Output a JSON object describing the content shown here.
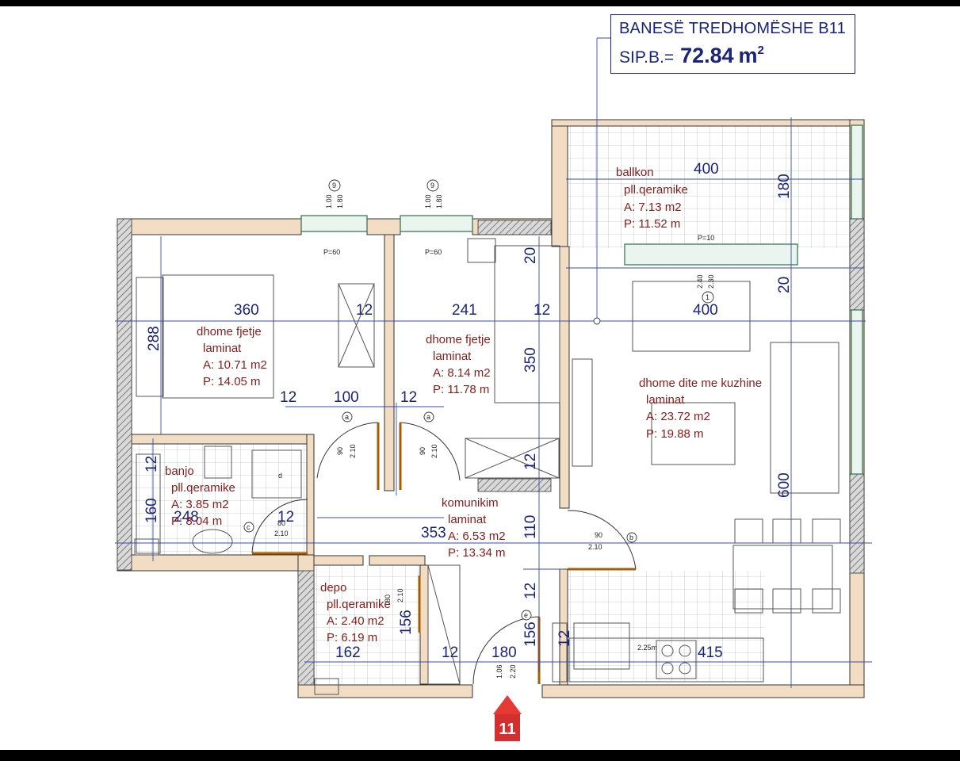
{
  "title": {
    "name": "BANESË TREDHOMËSHE B11",
    "area_label": "SIP.B.=",
    "area_value": "72.84",
    "area_unit": "m",
    "area_unit_sup": "2"
  },
  "entrance_number": "11",
  "colors": {
    "dimension": "#1a237e",
    "room_text": "#8b1a1a",
    "entrance": "#e53935"
  },
  "rooms": {
    "bedroom1": {
      "name": "dhome fjetje",
      "floor": "laminat",
      "area": "A: 10.71 m2",
      "perimeter": "P: 14.05 m"
    },
    "bedroom2": {
      "name": "dhome fjetje",
      "floor": "laminat",
      "area": "A: 8.14 m2",
      "perimeter": "P: 11.78 m"
    },
    "balcony": {
      "name": "ballkon",
      "floor": "pll.qeramike",
      "area": "A: 7.13 m2",
      "perimeter": "P: 11.52 m"
    },
    "living": {
      "name": "dhome dite me kuzhine",
      "floor": "laminat",
      "area": "A: 23.72 m2",
      "perimeter": "P: 19.88 m"
    },
    "bathroom": {
      "name": "banjo",
      "floor": "pll.qeramike",
      "area": "A: 3.85 m2",
      "perimeter": "P: 8.04 m"
    },
    "hall": {
      "name": "komunikim",
      "floor": "laminat",
      "area": "A: 6.53 m2",
      "perimeter": "P: 13.34 m"
    },
    "storage": {
      "name": "depo",
      "floor": "pll.qeramike",
      "area": "A: 2.40 m2",
      "perimeter": "P: 6.19 m"
    }
  },
  "dimensions": {
    "d360": "360",
    "d241": "241",
    "d12a": "12",
    "d12b": "12",
    "d288": "288",
    "d350": "350",
    "d400_top": "400",
    "d400_mid": "400",
    "d180_balc": "180",
    "d20_a": "20",
    "d20_b": "20",
    "d12_c": "12",
    "d100": "100",
    "d12_d": "12",
    "d12_e": "12",
    "d12_f": "12",
    "d160": "160",
    "d248": "248",
    "d12_g": "12",
    "d353": "353",
    "d110": "110",
    "d600": "600",
    "d12_h": "12",
    "d162": "162",
    "d12_i": "12",
    "d180_hall": "180",
    "d156_a": "156",
    "d156_b": "156",
    "d12_j": "12",
    "d415": "415",
    "d2_25": "2.25m"
  },
  "small_labels": {
    "win1_p": "P=60",
    "win2_p": "P=60",
    "balc_p": "P=10",
    "win1_h1": "1.00",
    "win1_h2": "1.80",
    "win2_h1": "1.00",
    "win2_h2": "1.80",
    "balc_h1": "2.40",
    "balc_h2": "2.30",
    "door_a1_w": "90",
    "door_a1_h": "2.10",
    "door_a2_w": "90",
    "door_a2_h": "2.10",
    "door_c_w": "80",
    "door_c_h": "2.10",
    "door_b_w": "90",
    "door_b_h": "2.10",
    "door_d_w": "80",
    "door_d_h": "2.10",
    "door_e_w": "1.06",
    "door_e_h": "2.20",
    "mark_9a": "9",
    "mark_9b": "9",
    "mark_a1": "a",
    "mark_a2": "a",
    "mark_c": "c",
    "mark_b": "b",
    "mark_e": "e",
    "mark_1": "1",
    "mark_d": "d"
  }
}
